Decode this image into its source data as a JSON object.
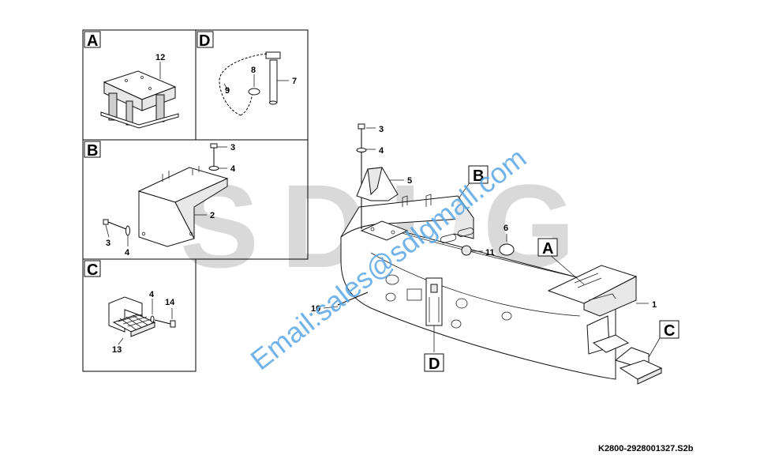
{
  "brand": {
    "background_logo": "SDLG",
    "watermark": "Email:sales@sdlgmall.com"
  },
  "panels": {
    "A": {
      "letter": "A",
      "parts": [
        "12"
      ]
    },
    "D": {
      "letter": "D",
      "parts": [
        "8",
        "7",
        "9"
      ]
    },
    "B": {
      "letter": "B",
      "parts": [
        "3",
        "4",
        "2",
        "3",
        "4"
      ]
    },
    "C": {
      "letter": "C",
      "parts": [
        "4",
        "14",
        "13"
      ]
    }
  },
  "main": {
    "parts": [
      "3",
      "4",
      "5",
      "6",
      "11",
      "1",
      "10"
    ],
    "callouts": [
      "B",
      "A",
      "C",
      "D"
    ]
  },
  "reference_code": "K2800-2928001327.S2b",
  "colors": {
    "line": "#000000",
    "logo_gray": "#d9d9d9",
    "watermark_blue": "#5aa7e6"
  }
}
